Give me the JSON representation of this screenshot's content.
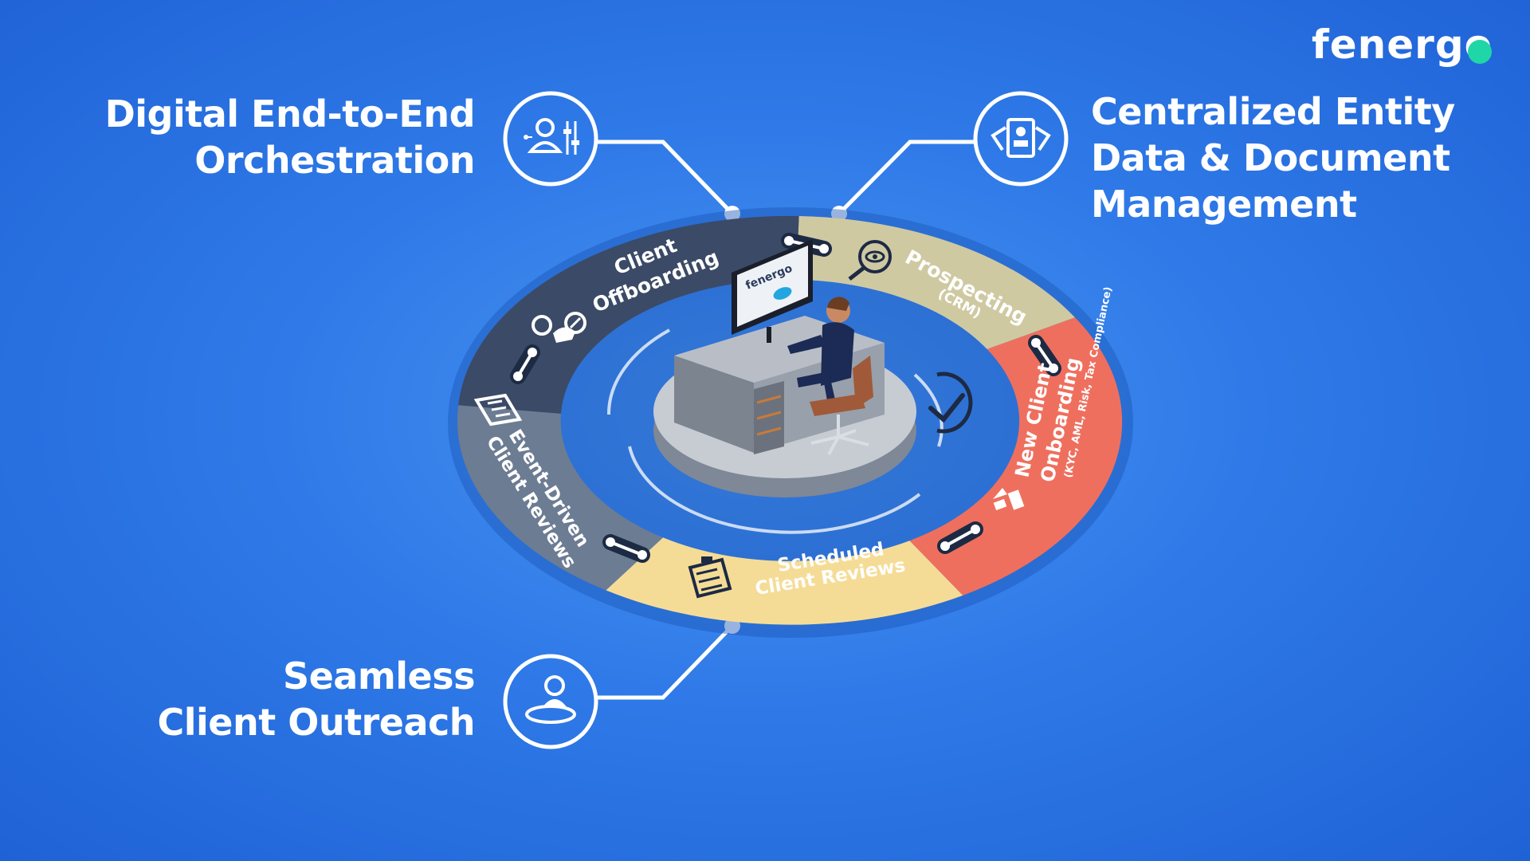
{
  "brand": {
    "logo_text": "fenergo",
    "accent": "#1fd6a6"
  },
  "callouts": {
    "top_left": {
      "lines": [
        "Digital End-to-End",
        "Orchestration"
      ],
      "icon": "people-sliders-icon"
    },
    "top_right": {
      "lines": [
        "Centralized Entity",
        "Data & Document",
        "Management"
      ],
      "icon": "id-documents-icon"
    },
    "bottom_left": {
      "lines": [
        "Seamless",
        "Client Outreach"
      ],
      "icon": "person-orbit-icon"
    }
  },
  "cycle": {
    "segments": [
      {
        "id": "offboarding",
        "label_lines": [
          "Client",
          "Offboarding"
        ],
        "sub": "",
        "color": "#3b4a66",
        "icon": "person-disconnect-icon"
      },
      {
        "id": "prospecting",
        "label_lines": [
          "Prospecting"
        ],
        "sub": "(CRM)",
        "color": "#cfc9a2",
        "icon": "search-eye-icon"
      },
      {
        "id": "onboarding",
        "label_lines": [
          "New Client",
          "Onboarding"
        ],
        "sub": "(KYC, AML, Risk, Tax Compliance)",
        "color": "#ef6f5e",
        "icon": "gift-arrow-icon"
      },
      {
        "id": "scheduled",
        "label_lines": [
          "Scheduled",
          "Client Reviews"
        ],
        "sub": "",
        "color": "#f5dc96",
        "icon": "clipboard-checklist-icon"
      },
      {
        "id": "event",
        "label_lines": [
          "Event-Driven",
          "Client Reviews"
        ],
        "sub": "",
        "color": "#6c7c93",
        "icon": "document-lines-icon"
      }
    ],
    "monitor_text": "fenergo",
    "center_icon": "check-circle-icon"
  }
}
